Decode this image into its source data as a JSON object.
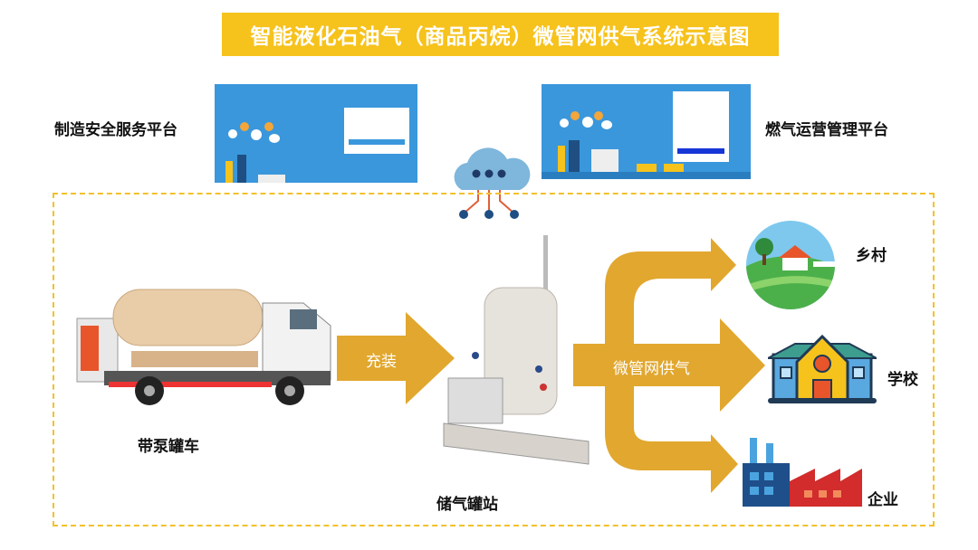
{
  "title": "智能液化石油气（商品丙烷）微管网供气系统示意图",
  "platforms": {
    "left_label": "制造安全服务平台",
    "right_label": "燃气运营管理平台"
  },
  "flow": {
    "truck_label": "带泵罐车",
    "fill_arrow_label": "充装",
    "station_label": "储气罐站",
    "supply_arrow_label": "微管网供气",
    "destinations": [
      "乡村",
      "学校",
      "企业"
    ]
  },
  "colors": {
    "title_bg": "#f6c21c",
    "arrow": "#e1a72e",
    "dashed_border": "#f3c12b",
    "platform_bg": "#3a97dc",
    "cloud": "#7fb6dc",
    "network": "#1f4f82"
  }
}
